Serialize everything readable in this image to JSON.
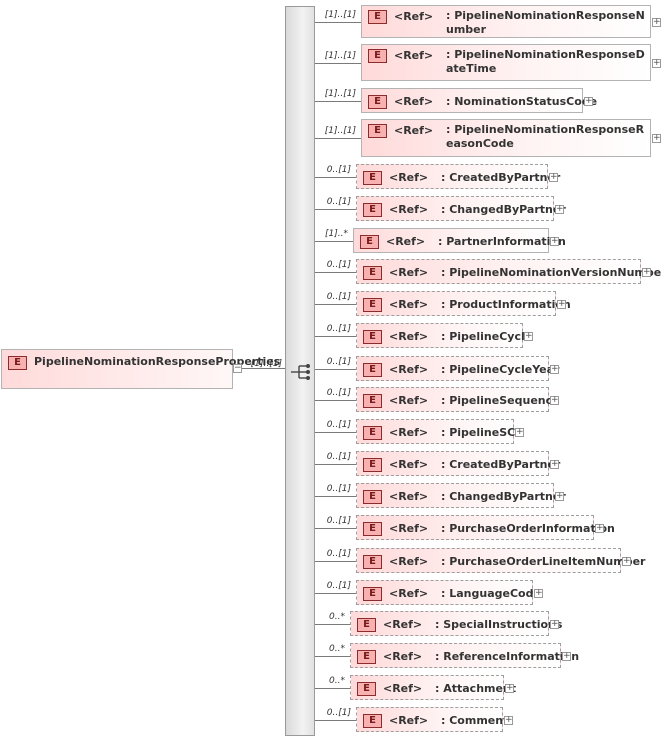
{
  "diagram": {
    "root": {
      "badge": "E",
      "name": "PipelineNominationResponseProperties",
      "cardinality": "[1]..[1]",
      "expander": "−"
    },
    "sequence": {
      "icon": "sequence-compositor-icon"
    },
    "children": [
      {
        "badge": "E",
        "ref": "<Ref>",
        "name": ": PipelineNominationResponseNumber",
        "cardinality": "[1]..[1]",
        "optional": false,
        "expander": "+"
      },
      {
        "badge": "E",
        "ref": "<Ref>",
        "name": ": PipelineNominationResponseDateTime",
        "cardinality": "[1]..[1]",
        "optional": false,
        "expander": "+"
      },
      {
        "badge": "E",
        "ref": "<Ref>",
        "name": ": NominationStatusCode",
        "cardinality": "[1]..[1]",
        "optional": false,
        "expander": "+"
      },
      {
        "badge": "E",
        "ref": "<Ref>",
        "name": ": PipelineNominationResponseReasonCode",
        "cardinality": "[1]..[1]",
        "optional": false,
        "expander": "+"
      },
      {
        "badge": "E",
        "ref": "<Ref>",
        "name": ": CreatedByPartner",
        "cardinality": "0..[1]",
        "optional": true,
        "expander": "+"
      },
      {
        "badge": "E",
        "ref": "<Ref>",
        "name": ": ChangedByPartner",
        "cardinality": "0..[1]",
        "optional": true,
        "expander": "+"
      },
      {
        "badge": "E",
        "ref": "<Ref>",
        "name": ": PartnerInformation",
        "cardinality": "[1]..*",
        "optional": false,
        "expander": "+"
      },
      {
        "badge": "E",
        "ref": "<Ref>",
        "name": ": PipelineNominationVersionNumber",
        "cardinality": "0..[1]",
        "optional": true,
        "expander": "+"
      },
      {
        "badge": "E",
        "ref": "<Ref>",
        "name": ": ProductInformation",
        "cardinality": "0..[1]",
        "optional": true,
        "expander": "+"
      },
      {
        "badge": "E",
        "ref": "<Ref>",
        "name": ": PipelineCycle",
        "cardinality": "0..[1]",
        "optional": true,
        "expander": "+"
      },
      {
        "badge": "E",
        "ref": "<Ref>",
        "name": ": PipelineCycleYear",
        "cardinality": "0..[1]",
        "optional": true,
        "expander": "+"
      },
      {
        "badge": "E",
        "ref": "<Ref>",
        "name": ": PipelineSequence",
        "cardinality": "0..[1]",
        "optional": true,
        "expander": "+"
      },
      {
        "badge": "E",
        "ref": "<Ref>",
        "name": ": PipelineSCD",
        "cardinality": "0..[1]",
        "optional": true,
        "expander": "+"
      },
      {
        "badge": "E",
        "ref": "<Ref>",
        "name": ": CreatedByPartner",
        "cardinality": "0..[1]",
        "optional": true,
        "expander": "+"
      },
      {
        "badge": "E",
        "ref": "<Ref>",
        "name": ": ChangedByPartner",
        "cardinality": "0..[1]",
        "optional": true,
        "expander": "+"
      },
      {
        "badge": "E",
        "ref": "<Ref>",
        "name": ": PurchaseOrderInformation",
        "cardinality": "0..[1]",
        "optional": true,
        "expander": "+"
      },
      {
        "badge": "E",
        "ref": "<Ref>",
        "name": ": PurchaseOrderLineItemNumber",
        "cardinality": "0..[1]",
        "optional": true,
        "expander": "+"
      },
      {
        "badge": "E",
        "ref": "<Ref>",
        "name": ": LanguageCode",
        "cardinality": "0..[1]",
        "optional": true,
        "expander": "+"
      },
      {
        "badge": "E",
        "ref": "<Ref>",
        "name": ": SpecialInstructions",
        "cardinality": "0..*",
        "optional": true,
        "expander": "+"
      },
      {
        "badge": "E",
        "ref": "<Ref>",
        "name": ": ReferenceInformation",
        "cardinality": "0..*",
        "optional": true,
        "expander": "+"
      },
      {
        "badge": "E",
        "ref": "<Ref>",
        "name": ": Attachment",
        "cardinality": "0..*",
        "optional": true,
        "expander": "+"
      },
      {
        "badge": "E",
        "ref": "<Ref>",
        "name": ": Comment",
        "cardinality": "0..[1]",
        "optional": true,
        "expander": "+"
      }
    ]
  }
}
